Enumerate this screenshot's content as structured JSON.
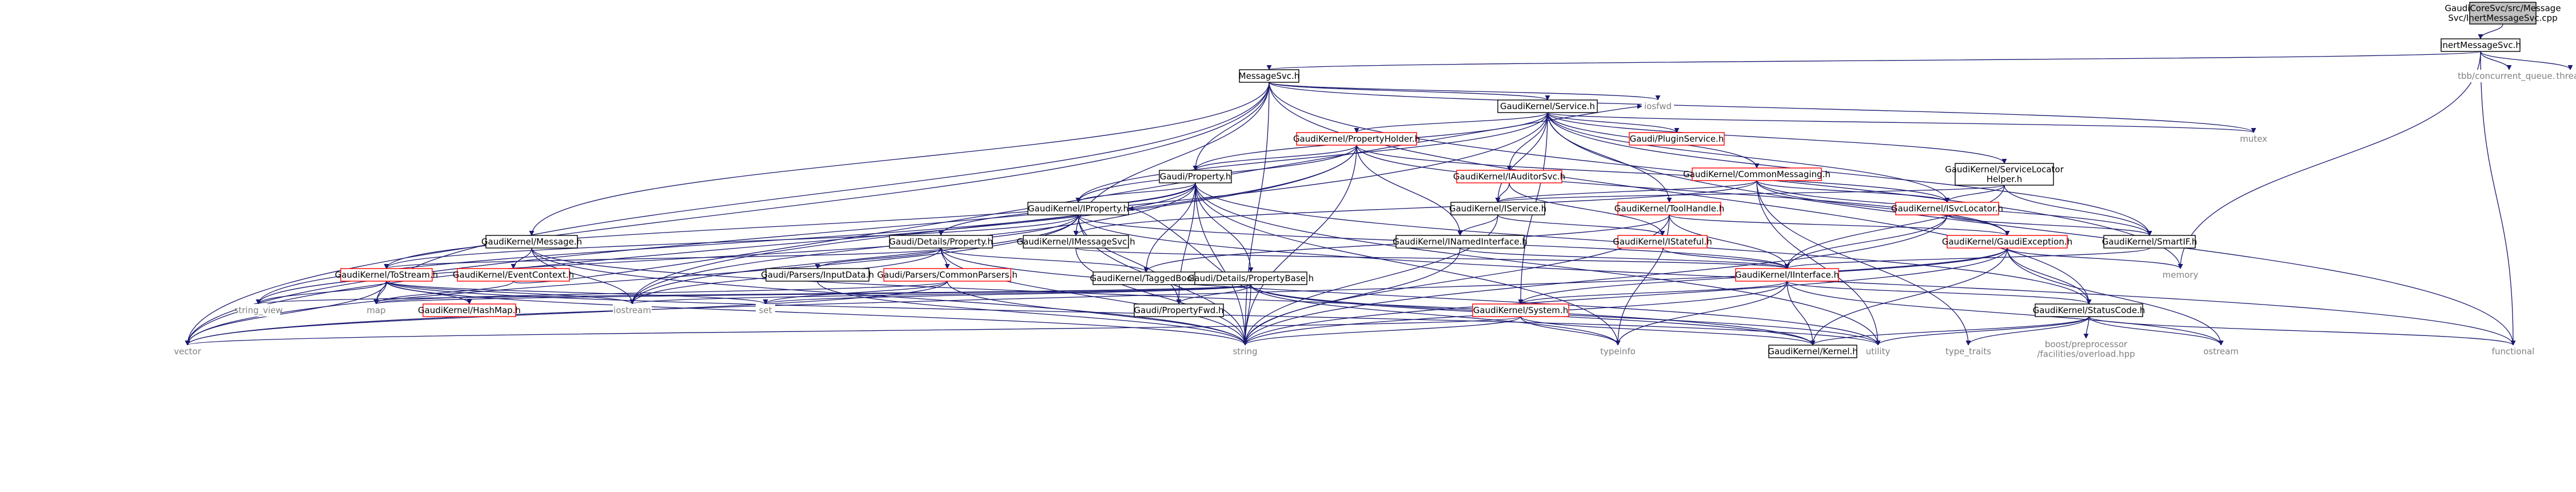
{
  "colors": {
    "edge": "#191970",
    "box_border": "#000000",
    "box_fill": "#ffffff",
    "root_fill": "#bfbfbf",
    "normal_text": "#000000",
    "incomplete_text": "#ff0000",
    "system_text": "#808080"
  },
  "nodes": [
    {
      "id": "root",
      "lines": [
        "GaudiCoreSvc/src/Message",
        "Svc/InertMessageSvc.cpp"
      ],
      "style": "root"
    },
    {
      "id": "inert",
      "lines": [
        "InertMessageSvc.h"
      ],
      "style": "normal"
    },
    {
      "id": "msgsvc",
      "lines": [
        "MessageSvc.h"
      ],
      "style": "normal"
    },
    {
      "id": "tbbq",
      "lines": [
        "tbb/concurrent_queue.h"
      ],
      "style": "system"
    },
    {
      "id": "thread",
      "lines": [
        "thread"
      ],
      "style": "system"
    },
    {
      "id": "service",
      "lines": [
        "GaudiKernel/Service.h"
      ],
      "style": "normal"
    },
    {
      "id": "iosfwd",
      "lines": [
        "iosfwd"
      ],
      "style": "system"
    },
    {
      "id": "mutex",
      "lines": [
        "mutex"
      ],
      "style": "system"
    },
    {
      "id": "propholder",
      "lines": [
        "GaudiKernel/PropertyHolder.h"
      ],
      "style": "incomplete"
    },
    {
      "id": "pluginsvc",
      "lines": [
        "Gaudi/PluginService.h"
      ],
      "style": "incomplete"
    },
    {
      "id": "auditorsvc",
      "lines": [
        "GaudiKernel/IAuditorSvc.h"
      ],
      "style": "incomplete"
    },
    {
      "id": "commonmsg",
      "lines": [
        "GaudiKernel/CommonMessaging.h"
      ],
      "style": "incomplete"
    },
    {
      "id": "svclocatorhelper",
      "lines": [
        "GaudiKernel/ServiceLocator",
        "Helper.h"
      ],
      "style": "normal"
    },
    {
      "id": "property",
      "lines": [
        "Gaudi/Property.h"
      ],
      "style": "normal"
    },
    {
      "id": "iproperty",
      "lines": [
        "GaudiKernel/IProperty.h"
      ],
      "style": "normal"
    },
    {
      "id": "iservice",
      "lines": [
        "GaudiKernel/IService.h"
      ],
      "style": "normal"
    },
    {
      "id": "toolhandle",
      "lines": [
        "GaudiKernel/ToolHandle.h"
      ],
      "style": "incomplete"
    },
    {
      "id": "isvclocator",
      "lines": [
        "GaudiKernel/ISvcLocator.h"
      ],
      "style": "incomplete"
    },
    {
      "id": "smartif",
      "lines": [
        "GaudiKernel/SmartIF.h"
      ],
      "style": "normal"
    },
    {
      "id": "message",
      "lines": [
        "GaudiKernel/Message.h"
      ],
      "style": "normal"
    },
    {
      "id": "detprop",
      "lines": [
        "Gaudi/Details/Property.h"
      ],
      "style": "normal"
    },
    {
      "id": "imessagesvc",
      "lines": [
        "GaudiKernel/IMessageSvc.h"
      ],
      "style": "normal"
    },
    {
      "id": "inamedinterface",
      "lines": [
        "GaudiKernel/INamedInterface.h"
      ],
      "style": "normal"
    },
    {
      "id": "istateful",
      "lines": [
        "GaudiKernel/IStateful.h"
      ],
      "style": "incomplete"
    },
    {
      "id": "gaudiexception",
      "lines": [
        "GaudiKernel/GaudiException.h"
      ],
      "style": "incomplete"
    },
    {
      "id": "tostream",
      "lines": [
        "GaudiKernel/ToStream.h"
      ],
      "style": "incomplete"
    },
    {
      "id": "eventcontext",
      "lines": [
        "GaudiKernel/EventContext.h"
      ],
      "style": "incomplete"
    },
    {
      "id": "inputdata",
      "lines": [
        "Gaudi/Parsers/InputData.h"
      ],
      "style": "normal"
    },
    {
      "id": "commonparsers",
      "lines": [
        "Gaudi/Parsers/CommonParsers.h"
      ],
      "style": "incomplete"
    },
    {
      "id": "taggedbool",
      "lines": [
        "GaudiKernel/TaggedBool.h"
      ],
      "style": "normal"
    },
    {
      "id": "propbase",
      "lines": [
        "Gaudi/Details/PropertyBase.h"
      ],
      "style": "normal"
    },
    {
      "id": "iinterface",
      "lines": [
        "GaudiKernel/IInterface.h"
      ],
      "style": "incomplete"
    },
    {
      "id": "memory",
      "lines": [
        "memory"
      ],
      "style": "system"
    },
    {
      "id": "stringview",
      "lines": [
        "string_view"
      ],
      "style": "system"
    },
    {
      "id": "map",
      "lines": [
        "map"
      ],
      "style": "system"
    },
    {
      "id": "hashmap",
      "lines": [
        "GaudiKernel/HashMap.h"
      ],
      "style": "incomplete"
    },
    {
      "id": "iostream",
      "lines": [
        "iostream"
      ],
      "style": "system"
    },
    {
      "id": "set",
      "lines": [
        "set"
      ],
      "style": "system"
    },
    {
      "id": "propertyfwd",
      "lines": [
        "Gaudi/PropertyFwd.h"
      ],
      "style": "normal"
    },
    {
      "id": "system",
      "lines": [
        "GaudiKernel/System.h"
      ],
      "style": "incomplete"
    },
    {
      "id": "statuscode",
      "lines": [
        "GaudiKernel/StatusCode.h"
      ],
      "style": "normal"
    },
    {
      "id": "vector",
      "lines": [
        "vector"
      ],
      "style": "system"
    },
    {
      "id": "string",
      "lines": [
        "string"
      ],
      "style": "system"
    },
    {
      "id": "typeinfo",
      "lines": [
        "typeinfo"
      ],
      "style": "system"
    },
    {
      "id": "kernel",
      "lines": [
        "GaudiKernel/Kernel.h"
      ],
      "style": "normal"
    },
    {
      "id": "utility",
      "lines": [
        "utility"
      ],
      "style": "system"
    },
    {
      "id": "typetraits",
      "lines": [
        "type_traits"
      ],
      "style": "system"
    },
    {
      "id": "boostpp",
      "lines": [
        "boost/preprocessor",
        "/facilities/overload.hpp"
      ],
      "style": "system"
    },
    {
      "id": "ostream",
      "lines": [
        "ostream"
      ],
      "style": "system"
    },
    {
      "id": "functional",
      "lines": [
        "functional"
      ],
      "style": "system"
    }
  ],
  "edges": [
    [
      "root",
      "inert"
    ],
    [
      "inert",
      "msgsvc"
    ],
    [
      "inert",
      "tbbq"
    ],
    [
      "inert",
      "thread"
    ],
    [
      "inert",
      "memory"
    ],
    [
      "inert",
      "functional"
    ],
    [
      "msgsvc",
      "service"
    ],
    [
      "msgsvc",
      "iosfwd"
    ],
    [
      "msgsvc",
      "mutex"
    ],
    [
      "msgsvc",
      "property"
    ],
    [
      "msgsvc",
      "imessagesvc"
    ],
    [
      "msgsvc",
      "message"
    ],
    [
      "msgsvc",
      "statuscode"
    ],
    [
      "msgsvc",
      "map"
    ],
    [
      "msgsvc",
      "string"
    ],
    [
      "msgsvc",
      "vector"
    ],
    [
      "msgsvc",
      "memory"
    ],
    [
      "service",
      "propholder"
    ],
    [
      "service",
      "pluginsvc"
    ],
    [
      "service",
      "auditorsvc"
    ],
    [
      "service",
      "commonmsg"
    ],
    [
      "service",
      "svclocatorhelper"
    ],
    [
      "service",
      "property"
    ],
    [
      "service",
      "iproperty"
    ],
    [
      "service",
      "iservice"
    ],
    [
      "service",
      "toolhandle"
    ],
    [
      "service",
      "isvclocator"
    ],
    [
      "service",
      "smartif"
    ],
    [
      "service",
      "system"
    ],
    [
      "service",
      "mutex"
    ],
    [
      "service",
      "vector"
    ],
    [
      "service",
      "functional"
    ],
    [
      "propholder",
      "property"
    ],
    [
      "propholder",
      "iproperty"
    ],
    [
      "propholder",
      "inamedinterface"
    ],
    [
      "propholder",
      "isvclocator"
    ],
    [
      "propholder",
      "gaudiexception"
    ],
    [
      "propholder",
      "iostream"
    ],
    [
      "propholder",
      "string"
    ],
    [
      "propholder",
      "vector"
    ],
    [
      "auditorsvc",
      "iservice"
    ],
    [
      "auditorsvc",
      "istateful"
    ],
    [
      "commonmsg",
      "imessagesvc"
    ],
    [
      "commonmsg",
      "isvclocator"
    ],
    [
      "commonmsg",
      "smartif"
    ],
    [
      "commonmsg",
      "iservice"
    ],
    [
      "commonmsg",
      "gaudiexception"
    ],
    [
      "commonmsg",
      "typetraits"
    ],
    [
      "commonmsg",
      "utility"
    ],
    [
      "svclocatorhelper",
      "isvclocator"
    ],
    [
      "svclocatorhelper",
      "smartif"
    ],
    [
      "svclocatorhelper",
      "iservice"
    ],
    [
      "svclocatorhelper",
      "iinterface"
    ],
    [
      "property",
      "detprop"
    ],
    [
      "property",
      "propbase"
    ],
    [
      "property",
      "propertyfwd"
    ],
    [
      "property",
      "taggedbool"
    ],
    [
      "property",
      "tostream"
    ],
    [
      "property",
      "iproperty"
    ],
    [
      "property",
      "string"
    ],
    [
      "property",
      "utility"
    ],
    [
      "property",
      "stringview"
    ],
    [
      "property",
      "iostream"
    ],
    [
      "property",
      "typeinfo"
    ],
    [
      "property",
      "statuscode"
    ],
    [
      "iproperty",
      "propertyfwd"
    ],
    [
      "iproperty",
      "iinterface"
    ],
    [
      "iproperty",
      "tostream"
    ],
    [
      "iproperty",
      "string"
    ],
    [
      "iproperty",
      "vector"
    ],
    [
      "iproperty",
      "iostream"
    ],
    [
      "iproperty",
      "stringview"
    ],
    [
      "iproperty",
      "functional"
    ],
    [
      "iservice",
      "inamedinterface"
    ],
    [
      "iservice",
      "istateful"
    ],
    [
      "iservice",
      "string"
    ],
    [
      "toolhandle",
      "iinterface"
    ],
    [
      "toolhandle",
      "taggedbool"
    ],
    [
      "toolhandle",
      "string"
    ],
    [
      "toolhandle",
      "typeinfo"
    ],
    [
      "toolhandle",
      "type_traits"
    ],
    [
      "toolhandle",
      "gaudiexception"
    ],
    [
      "isvclocator",
      "iinterface"
    ],
    [
      "isvclocator",
      "smartif"
    ],
    [
      "isvclocator",
      "string"
    ],
    [
      "smartif",
      "iinterface"
    ],
    [
      "message",
      "eventcontext"
    ],
    [
      "message",
      "kernel"
    ],
    [
      "message",
      "iostream"
    ],
    [
      "message",
      "string"
    ],
    [
      "detprop",
      "inputdata"
    ],
    [
      "detprop",
      "commonparsers"
    ],
    [
      "detprop",
      "tostream"
    ],
    [
      "detprop",
      "string"
    ],
    [
      "detprop",
      "utility"
    ],
    [
      "detprop",
      "taggedbool"
    ],
    [
      "detprop",
      "iostream"
    ],
    [
      "imessagesvc",
      "iinterface"
    ],
    [
      "imessagesvc",
      "string"
    ],
    [
      "inamedinterface",
      "iinterface"
    ],
    [
      "inamedinterface",
      "string"
    ],
    [
      "istateful",
      "iinterface"
    ],
    [
      "gaudiexception",
      "statuscode"
    ],
    [
      "gaudiexception",
      "system"
    ],
    [
      "gaudiexception",
      "string"
    ],
    [
      "gaudiexception",
      "vector"
    ],
    [
      "gaudiexception",
      "kernel"
    ],
    [
      "gaudiexception",
      "memory"
    ],
    [
      "gaudiexception",
      "ostream"
    ],
    [
      "tostream",
      "map"
    ],
    [
      "tostream",
      "hashmap"
    ],
    [
      "tostream",
      "set"
    ],
    [
      "tostream",
      "iostream"
    ],
    [
      "tostream",
      "vector"
    ],
    [
      "tostream",
      "stringview"
    ],
    [
      "tostream",
      "string"
    ],
    [
      "tostream",
      "utility"
    ],
    [
      "eventcontext",
      "iosfwd"
    ],
    [
      "eventcontext",
      "map"
    ],
    [
      "inputdata",
      "string"
    ],
    [
      "commonparsers",
      "map"
    ],
    [
      "commonparsers",
      "set"
    ],
    [
      "commonparsers",
      "string"
    ],
    [
      "commonparsers",
      "vector"
    ],
    [
      "propbase",
      "iproperty"
    ],
    [
      "propbase",
      "propertyfwd"
    ],
    [
      "propbase",
      "iostream"
    ],
    [
      "propbase",
      "set"
    ],
    [
      "propbase",
      "string"
    ],
    [
      "propbase",
      "utility"
    ],
    [
      "propbase",
      "typeinfo"
    ],
    [
      "propbase",
      "stringview"
    ],
    [
      "propbase",
      "kernel"
    ],
    [
      "propbase",
      "map"
    ],
    [
      "iinterface",
      "statuscode"
    ],
    [
      "iinterface",
      "system"
    ],
    [
      "iinterface",
      "kernel"
    ],
    [
      "iinterface",
      "ostream"
    ],
    [
      "iinterface",
      "type_traits"
    ],
    [
      "iinterface",
      "typeinfo"
    ],
    [
      "iinterface",
      "string"
    ],
    [
      "system",
      "kernel"
    ],
    [
      "system",
      "string"
    ],
    [
      "system",
      "vector"
    ],
    [
      "system",
      "typeinfo"
    ],
    [
      "statuscode",
      "boostpp"
    ],
    [
      "statuscode",
      "kernel"
    ],
    [
      "statuscode",
      "typetraits"
    ],
    [
      "statuscode",
      "utility"
    ],
    [
      "statuscode",
      "ostream"
    ],
    [
      "statuscode",
      "functional"
    ]
  ]
}
